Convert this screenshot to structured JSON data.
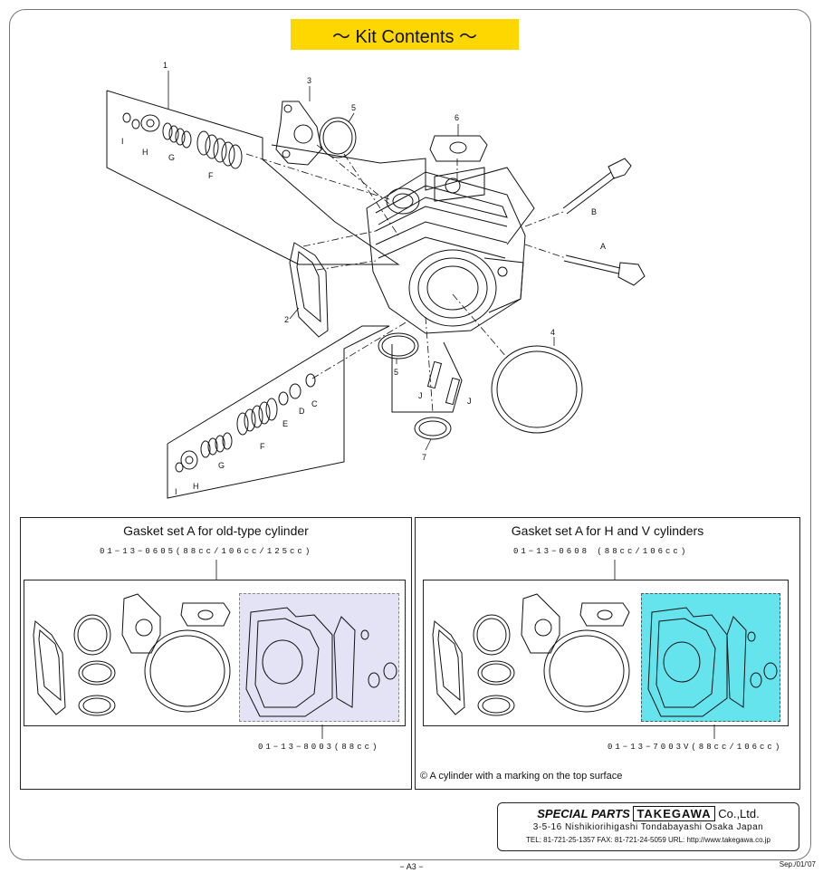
{
  "title": "～ Kit Contents ～",
  "diagram": {
    "labels": {
      "n1": "1",
      "n2": "2",
      "n3": "3",
      "n4": "4",
      "n5a": "5",
      "n5b": "5",
      "n6": "6",
      "n7": "7",
      "A": "A",
      "B": "B",
      "C": "C",
      "D": "D",
      "E": "E",
      "F1": "F",
      "F2": "F",
      "G1": "G",
      "G2": "G",
      "H1": "H",
      "H2": "H",
      "I1": "I",
      "I2": "I",
      "J1": "J",
      "J2": "J"
    }
  },
  "gasket_old": {
    "title": "Gasket set A for old-type cylinder",
    "code": "01−13−0605(88cc/106cc/125cc)",
    "sub_code": "01−13−8003(88cc)",
    "highlight_color": "#e3e3f5"
  },
  "gasket_hv": {
    "title": "Gasket set A for H and V cylinders",
    "code": "01−13−0608 (88cc/106cc)",
    "sub_code": "01−13−7003V(88cc/106cc)",
    "highlight_color": "#66e4ee",
    "note": "© A cylinder with a marking on the top surface"
  },
  "company": {
    "name_prefix": "SPECIAL PARTS",
    "name_brand": "TAKEGAWA",
    "name_suffix": "Co.,Ltd.",
    "address": "3-5-16  Nishikiorihigashi  Tondabayashi  Osaka  Japan",
    "contact": "TEL: 81-721-25-1357    FAX: 81-721-24-5059   URL: http://www.takegawa.co.jp"
  },
  "footer": {
    "page": "− A3 −",
    "date": "Sep./01/'07"
  }
}
